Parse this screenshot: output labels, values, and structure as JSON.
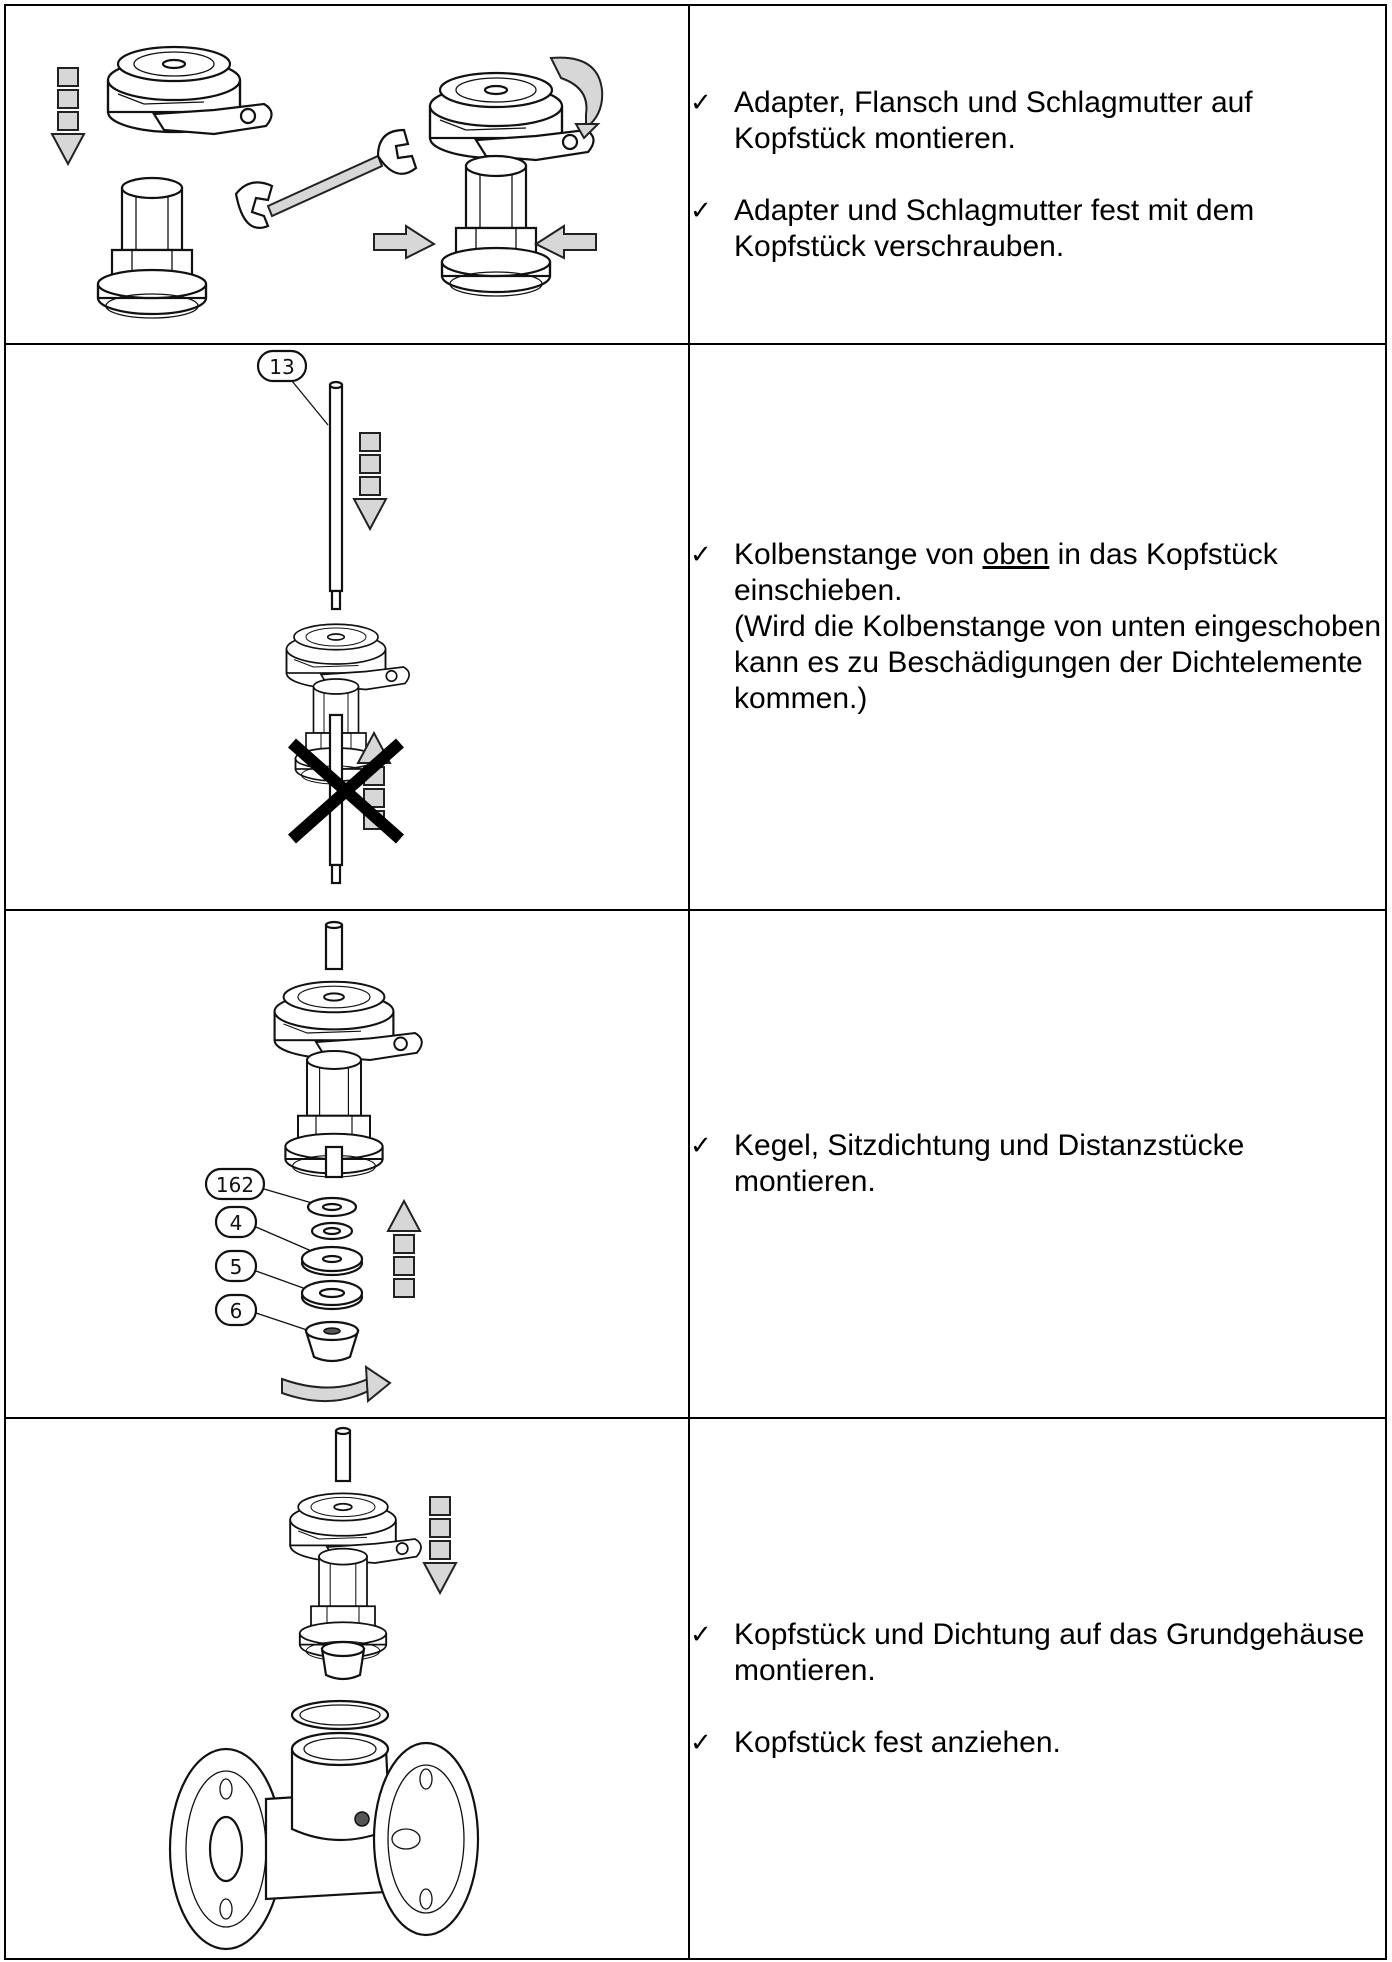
{
  "steps": [
    {
      "instructions": [
        {
          "text": "Adapter, Flansch und Schlagmutter auf Kopfstück montieren."
        },
        {
          "text": "Adapter und Schlagmutter fest mit dem Kopfstück verschrauben."
        }
      ]
    },
    {
      "callouts": [
        "13"
      ],
      "instructions": [
        {
          "text_before": "Kolbenstange von ",
          "underlined": "oben",
          "text_after": " in das Kopfstück einschieben.",
          "note": "(Wird die Kolbenstange von unten eingeschoben kann es zu Beschädigungen der Dichtelemente kommen.)"
        }
      ]
    },
    {
      "callouts": [
        "162",
        "4",
        "5",
        "6"
      ],
      "instructions": [
        {
          "text": "Kegel, Sitzdichtung und Distanzstücke montieren."
        }
      ]
    },
    {
      "instructions": [
        {
          "text": "Kopfstück und Dichtung auf das Grundgehäuse montieren."
        },
        {
          "text": "Kopfstück fest anziehen."
        }
      ]
    }
  ],
  "icons": {
    "check": "check-mark-icon",
    "down_arrow": "down-arrow-icon",
    "up_arrow": "up-arrow-icon",
    "rotate_arrow": "rotate-arrow-icon",
    "wrench": "wrench-icon",
    "cross": "cross-out-icon"
  }
}
